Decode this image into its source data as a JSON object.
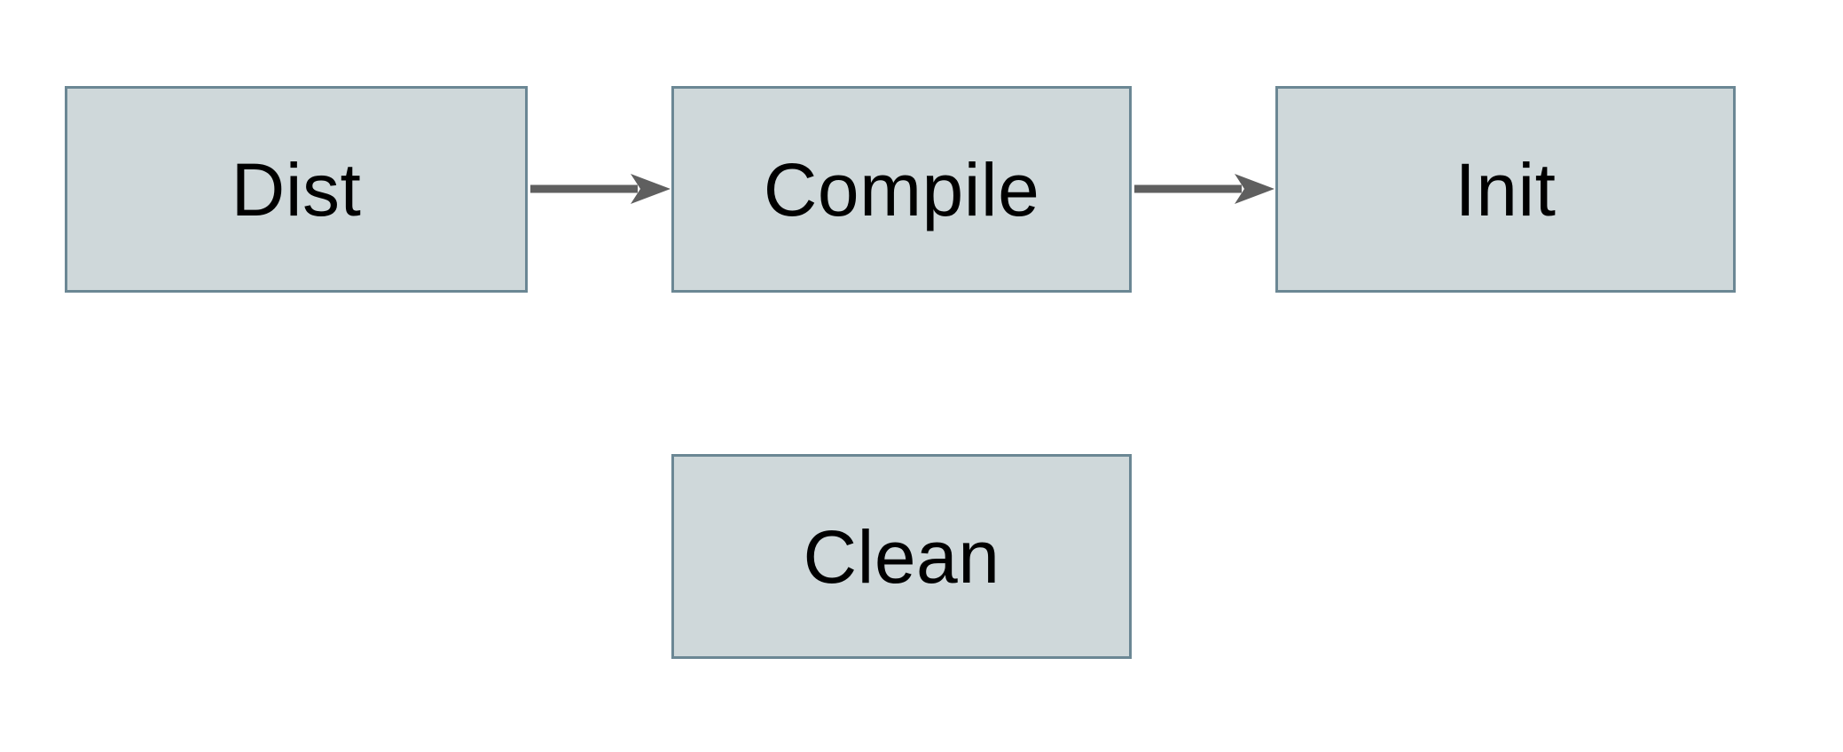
{
  "diagram": {
    "type": "flowchart",
    "background_color": "#ffffff",
    "nodes": [
      {
        "id": "dist",
        "label": "Dist"
      },
      {
        "id": "compile",
        "label": "Compile"
      },
      {
        "id": "init",
        "label": "Init"
      },
      {
        "id": "clean",
        "label": "Clean"
      }
    ],
    "edges": [
      {
        "from": "dist",
        "to": "compile",
        "style": "arrow"
      },
      {
        "from": "compile",
        "to": "init",
        "style": "arrow"
      }
    ],
    "colors": {
      "node_fill": "#cfd8da",
      "node_border": "#6b8794",
      "arrow": "#5f5f5f",
      "label": "#000000"
    }
  }
}
